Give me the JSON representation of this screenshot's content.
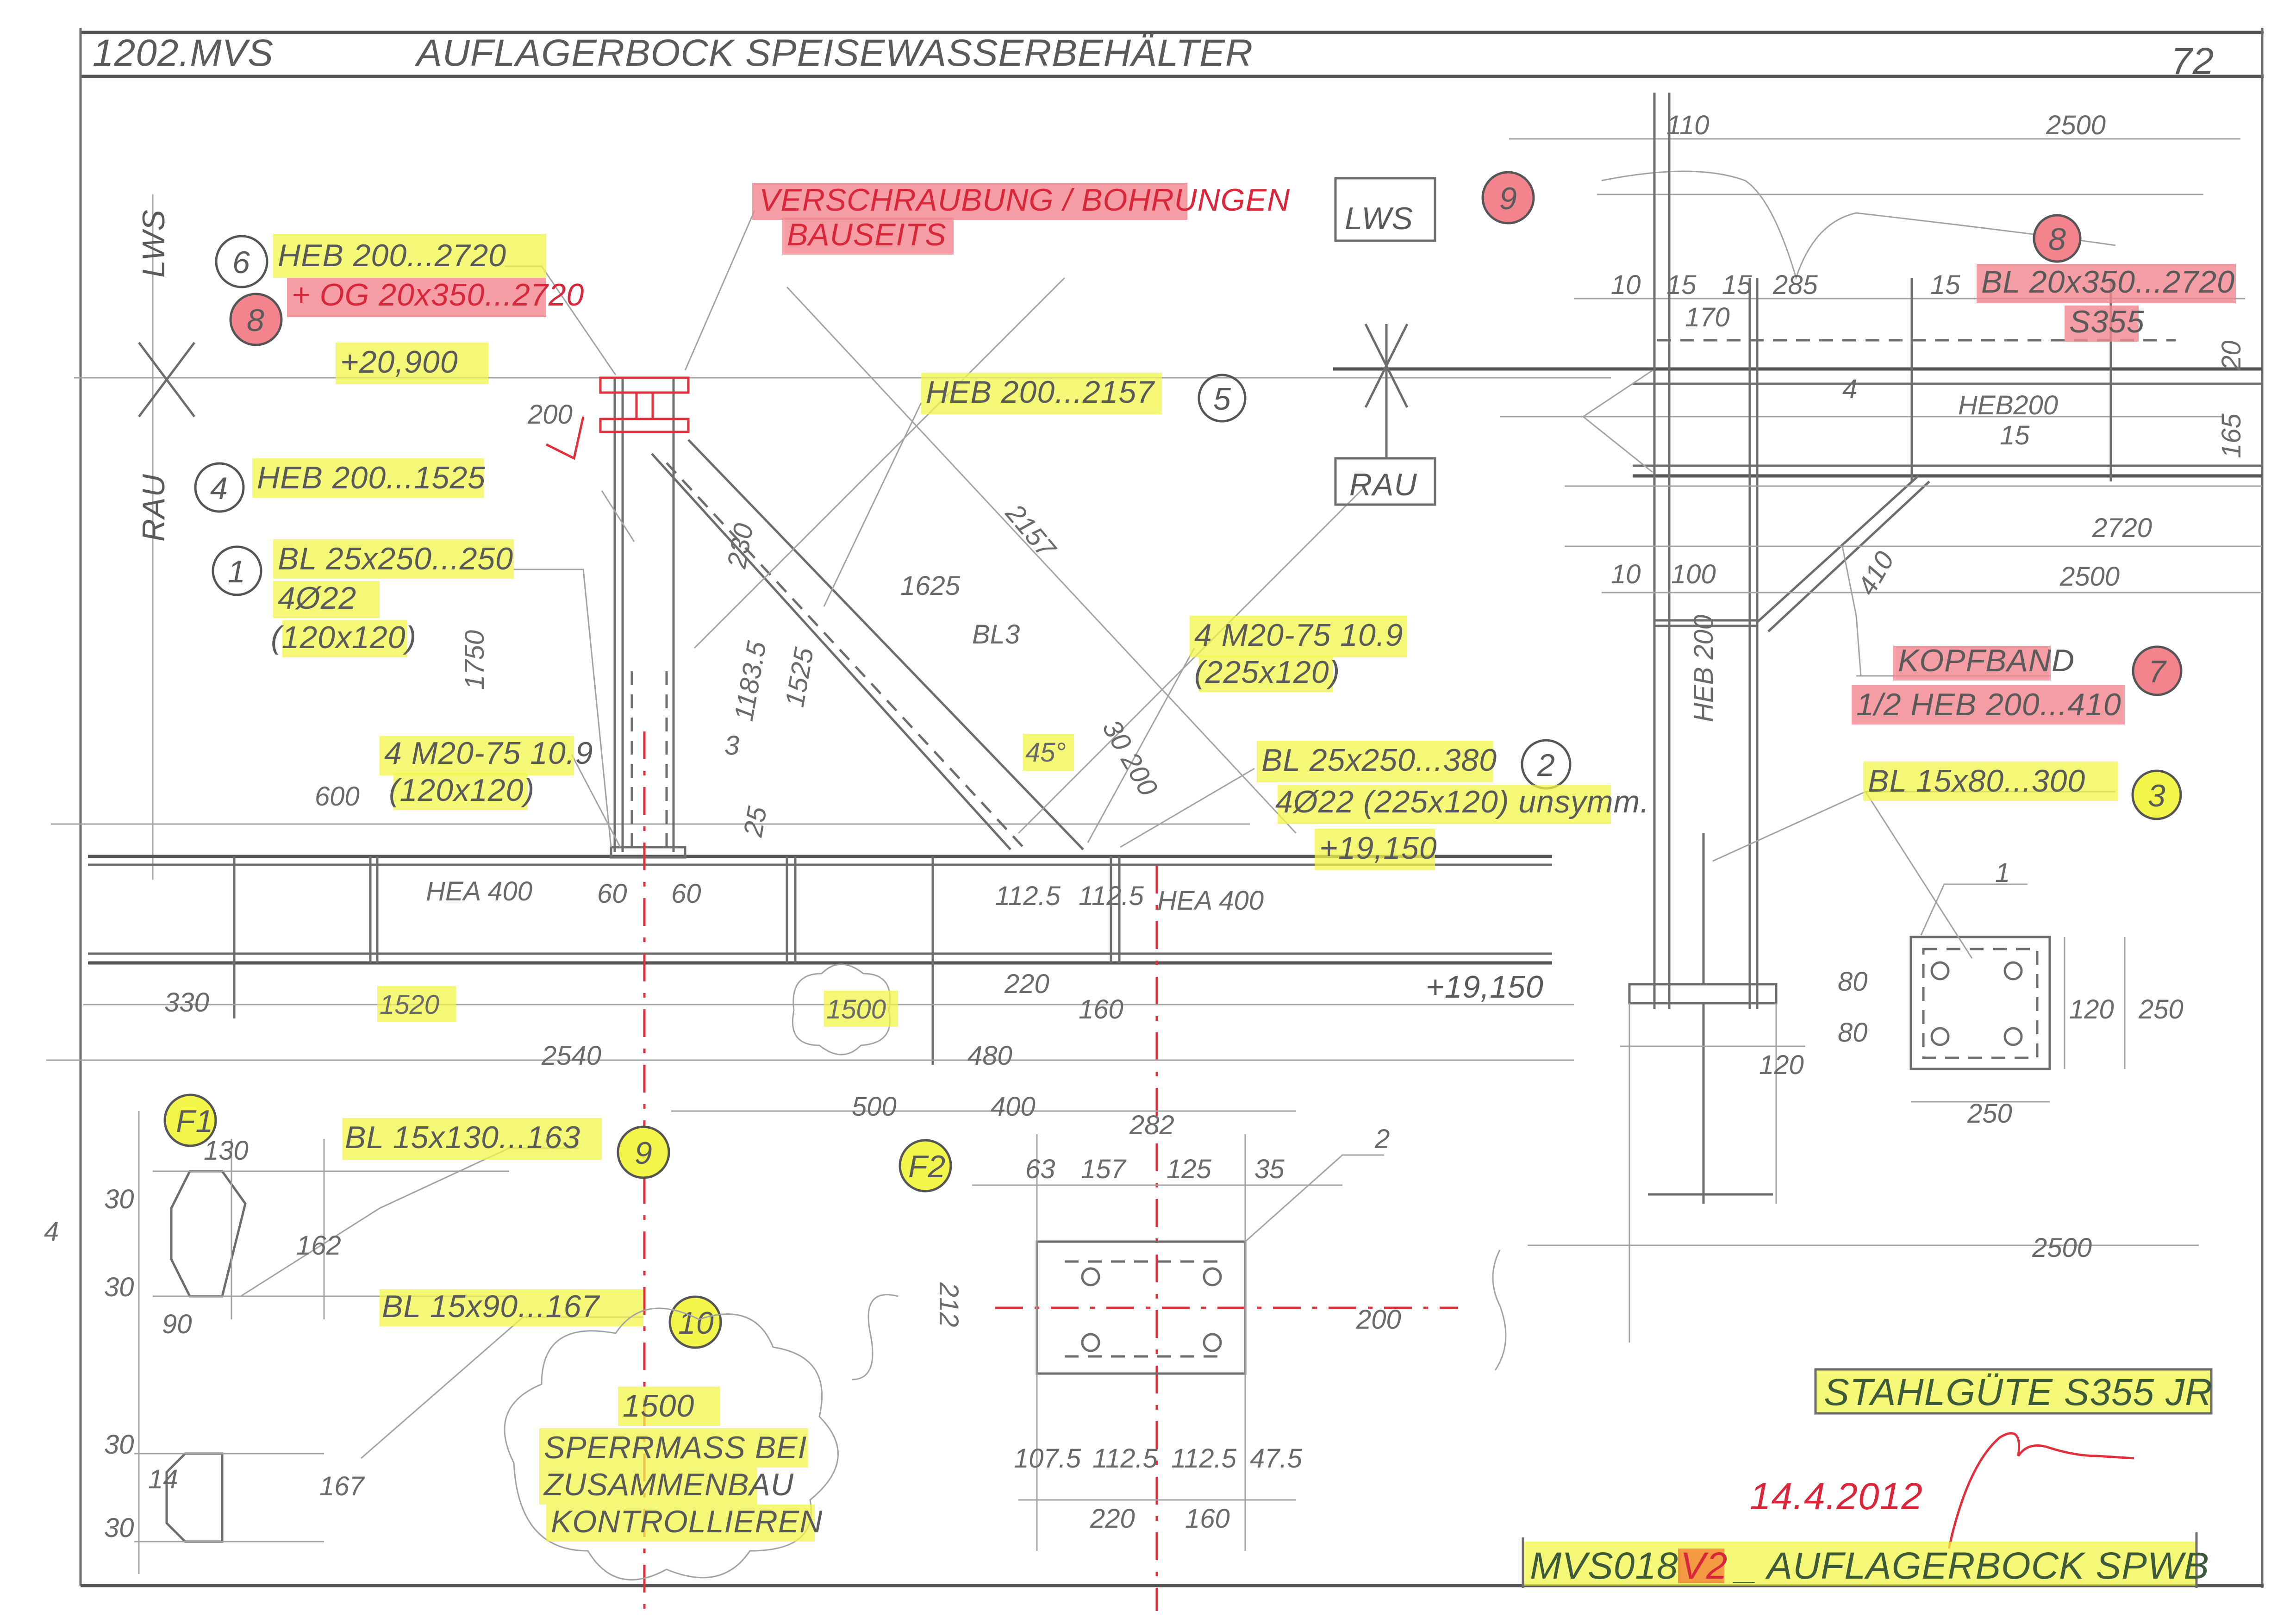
{
  "header": {
    "project": "1202.MVS",
    "title": "AUFLAGERBOCK SPEISEWASSERBEHÄLTER",
    "sheet": "72"
  },
  "levels": {
    "lws_left": "LWS",
    "rau_left": "RAU",
    "lws_right": "LWS",
    "rau_right": "RAU",
    "top": "+20,900",
    "base_highlight": "+19,150",
    "base": "+19,150"
  },
  "red_note": {
    "line1": "VERSCHRAUBUNG / BOHRUNGEN",
    "line2": "BAUSEITS"
  },
  "parts": {
    "p6": {
      "num": "6",
      "label": "HEB 200...2720"
    },
    "p8": {
      "num": "8",
      "label": "+ OG 20x350...2720"
    },
    "p5": {
      "num": "5",
      "label": "HEB 200...2157"
    },
    "p4": {
      "num": "4",
      "label": "HEB 200...1525"
    },
    "p1": {
      "num": "1",
      "label": "BL 25x250...250",
      "holes": "4Ø22",
      "spacing": "(120x120)"
    },
    "p2": {
      "num": "2",
      "label": "BL 25x250...380",
      "holes": "4Ø22 (225x120) unsymm."
    },
    "bolts_left": {
      "label": "4 M20-75 10.9",
      "spacing": "(120x120)"
    },
    "bolts_right": {
      "label": "4 M20-75 10.9",
      "spacing": "(225x120)"
    },
    "p9_right": {
      "num": "9"
    },
    "p8_right": {
      "num": "8",
      "label": "BL 20x350...2720",
      "grade": "S355"
    },
    "p7": {
      "num": "7",
      "label1": "KOPFBAND",
      "label2": "1/2 HEB 200...410"
    },
    "p3": {
      "num": "3",
      "label": "BL 15x80...300"
    },
    "p9": {
      "num": "9",
      "label": "BL 15x130...163"
    },
    "p10": {
      "num": "10",
      "label": "BL 15x90...167"
    }
  },
  "details": {
    "f1": "F1",
    "f2": "F2"
  },
  "sections": {
    "hea_left": "HEA 400",
    "hea_right": "HEA 400",
    "heb_right": "HEB200",
    "heb_vertical": "HEB 200",
    "bl3": "BL3",
    "ref3": "3",
    "angle": "45°"
  },
  "dims_left": [
    "200",
    "1750",
    "2157",
    "1625",
    "1183.5",
    "1525",
    "230",
    "600",
    "25",
    "30",
    "200",
    "60",
    "60",
    "112.5",
    "112.5",
    "330",
    "1520",
    "1500",
    "220",
    "160",
    "2540",
    "480",
    "500",
    "400",
    "282"
  ],
  "dims_f1": [
    "130",
    "30",
    "4",
    "162",
    "30",
    "90",
    "30",
    "14",
    "167",
    "30"
  ],
  "dims_f2": [
    "63",
    "157",
    "125",
    "35",
    "2",
    "212",
    "200",
    "107.5",
    "112.5",
    "112.5",
    "47.5",
    "220",
    "160"
  ],
  "dims_right": [
    "110",
    "2500",
    "10",
    "15",
    "15",
    "285",
    "15",
    "170",
    "20",
    "4",
    "15",
    "165",
    "2720",
    "10",
    "100",
    "2500",
    "410",
    "1",
    "80",
    "80",
    "120",
    "120",
    "250",
    "250",
    "2500"
  ],
  "cloud_note": {
    "value": "1500",
    "line1": "SPERRMASS BEI",
    "line2": "ZUSAMMENBAU",
    "line3": "KONTROLLIEREN"
  },
  "steel_grade": "STAHLGÜTE S355 JR",
  "signoff": {
    "date": "14.4.2012"
  },
  "drawing_no": {
    "number": "MVS018",
    "revision": "V2",
    "name": "_ AUFLAGERBOCK SPWB"
  },
  "colors": {
    "highlight_yellow": "#f2f54a",
    "highlight_red": "#f3848e",
    "red_ink": "#d8263a",
    "pencil": "#6d6d6d"
  }
}
